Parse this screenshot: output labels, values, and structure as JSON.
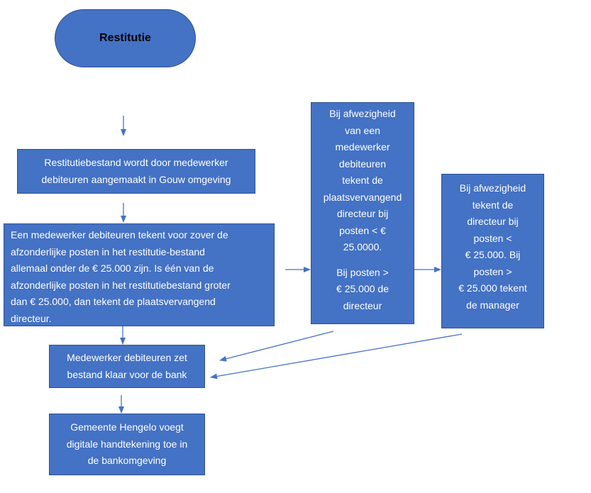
{
  "diagram": {
    "start": {
      "label": "Restitutie"
    },
    "create_file": {
      "text": "Restitutiebestand wordt door medewerker\ndebiteuren aangemaakt in Gouw omgeving"
    },
    "sign_rule": {
      "text": "Een medewerker debiteuren tekent voor zover de\nafzonderlijke posten in het restitutie-bestand\nallemaal onder de  € 25.000 zijn. Is één van de\nafzonderlijke posten in het restitutiebestand groter\ndan € 25.000, dan tekent de plaatsvervangend\ndirecteur."
    },
    "absence_employee": {
      "text": "Bij afwezigheid\nvan een\nmedewerker\ndebiteuren\ntekent de\nplaatsvervangend\ndirecteur bij\nposten < €\n25.0000.",
      "text2": "Bij posten >\n€ 25.000  de\ndirecteur"
    },
    "absence_director": {
      "text": "Bij afwezigheid\ntekent de\ndirecteur bij\nposten <\n€ 25.000. Bij\nposten >\n€ 25.000 tekent\nde manager"
    },
    "prepare_bank": {
      "text": "Medewerker debiteuren zet\nbestand klaar voor de bank"
    },
    "digital_signature": {
      "text": "Gemeente Hengelo voegt\ndigitale handtekening toe in\nde bankomgeving"
    }
  },
  "colors": {
    "shape_fill": "#4472C4",
    "shape_border": "#2F528F",
    "arrow": "#4472C4",
    "text": "#FFFFFF",
    "start_text": "#000000"
  }
}
